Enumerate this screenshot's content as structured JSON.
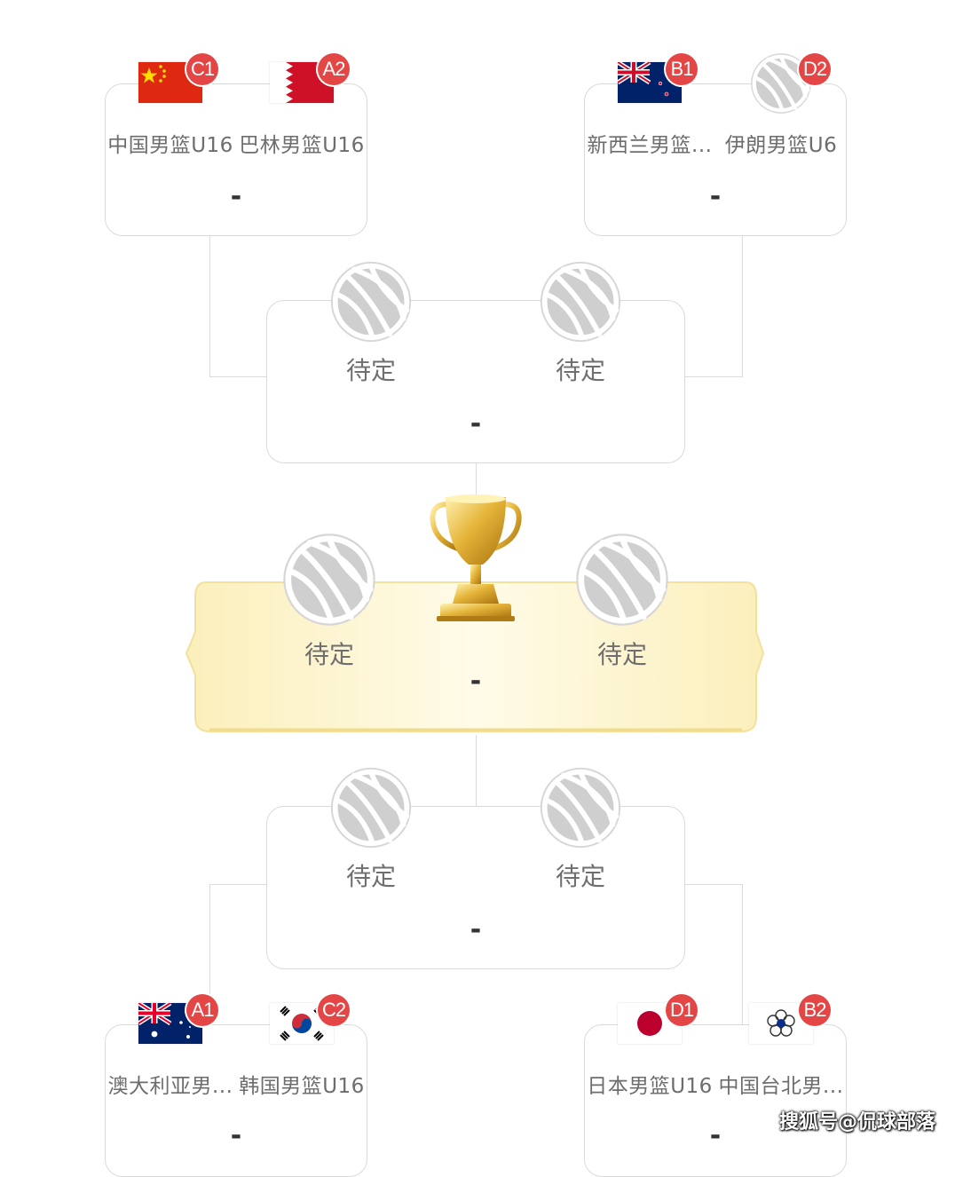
{
  "colors": {
    "badge": "#e44545",
    "card_border": "#dadada",
    "final_band": "#fbf0bf",
    "trophy": "#d9a625"
  },
  "top_left": {
    "team1": {
      "name": "中国男篮U16",
      "seed": "C1",
      "flag": "china"
    },
    "team2": {
      "name": "巴林男篮U16",
      "seed": "A2",
      "flag": "bahrain"
    },
    "score": "-"
  },
  "top_right": {
    "team1": {
      "name": "新西兰男篮...",
      "seed": "B1",
      "flag": "new-zealand"
    },
    "team2": {
      "name": "伊朗男篮U6",
      "seed": "D2",
      "flag": "basketball-placeholder"
    },
    "score": "-"
  },
  "semi_top": {
    "team1": "待定",
    "team2": "待定",
    "score": "-"
  },
  "final": {
    "team1": "待定",
    "team2": "待定",
    "score": "-",
    "icon": "trophy-icon"
  },
  "semi_bottom": {
    "team1": "待定",
    "team2": "待定",
    "score": "-"
  },
  "bottom_left": {
    "team1": {
      "name": "澳大利亚男...",
      "seed": "A1",
      "flag": "australia"
    },
    "team2": {
      "name": "韩国男篮U16",
      "seed": "C2",
      "flag": "south-korea"
    },
    "score": "-"
  },
  "bottom_right": {
    "team1": {
      "name": "日本男篮U16",
      "seed": "D1",
      "flag": "japan"
    },
    "team2": {
      "name": "中国台北男...",
      "seed": "B2",
      "flag": "chinese-taipei"
    },
    "score": "-"
  },
  "watermark": "搜狐号@侃球部落"
}
